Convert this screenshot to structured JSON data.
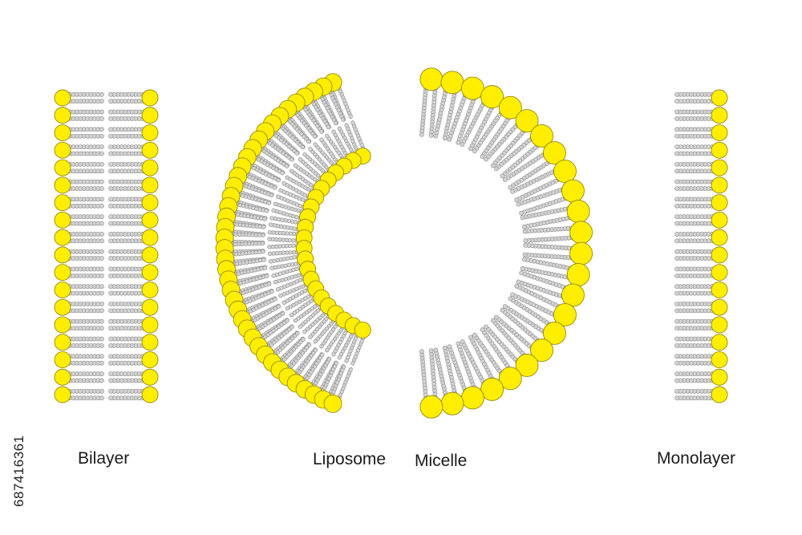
{
  "labels": {
    "bilayer": "Bilayer",
    "liposome": "Liposome",
    "micelle": "Micelle",
    "monolayer": "Monolayer"
  },
  "stock_id": "687416361",
  "colors": {
    "head_fill": "#ffee00",
    "head_stroke": "#9a8a00",
    "tail_fill": "#d4d4d4",
    "tail_stroke": "#8a8a8a",
    "text": "#1a1a1a",
    "background": "#ffffff"
  },
  "structures": [
    {
      "name": "bilayer",
      "kind": "phospholipid bilayer sheet",
      "molecules_per_leaflet": 18
    },
    {
      "name": "liposome",
      "kind": "phospholipid bilayer vesicle (half shown)"
    },
    {
      "name": "micelle",
      "kind": "single-layer sphere (half shown)"
    },
    {
      "name": "monolayer",
      "kind": "single phospholipid layer",
      "molecules": 18
    }
  ]
}
